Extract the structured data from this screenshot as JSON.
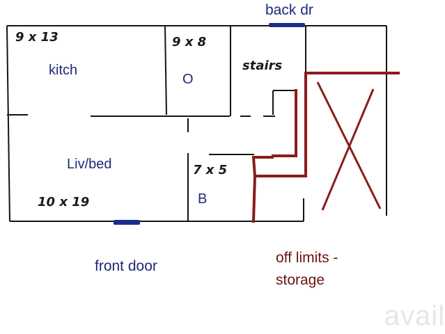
{
  "labels": {
    "back_door": "back dr",
    "kitchen": "kitch",
    "kitchen_dim": "9 x 13",
    "closet_dim": "9 x 8",
    "closet_letter": "O",
    "stairs": "stairs",
    "living_bed": "Liv/bed",
    "living_dim": "10 x 19",
    "bath_dim": "7 x 5",
    "bath_letter": "B",
    "front_door": "front door",
    "off_limits_line1": "off limits -",
    "off_limits_line2": "storage",
    "watermark": "avail"
  },
  "colors": {
    "wall": "#141414",
    "door_marker": "#1c2e8c",
    "storage_boundary": "#8a1c1c",
    "text_blue": "#1e2a7a"
  }
}
